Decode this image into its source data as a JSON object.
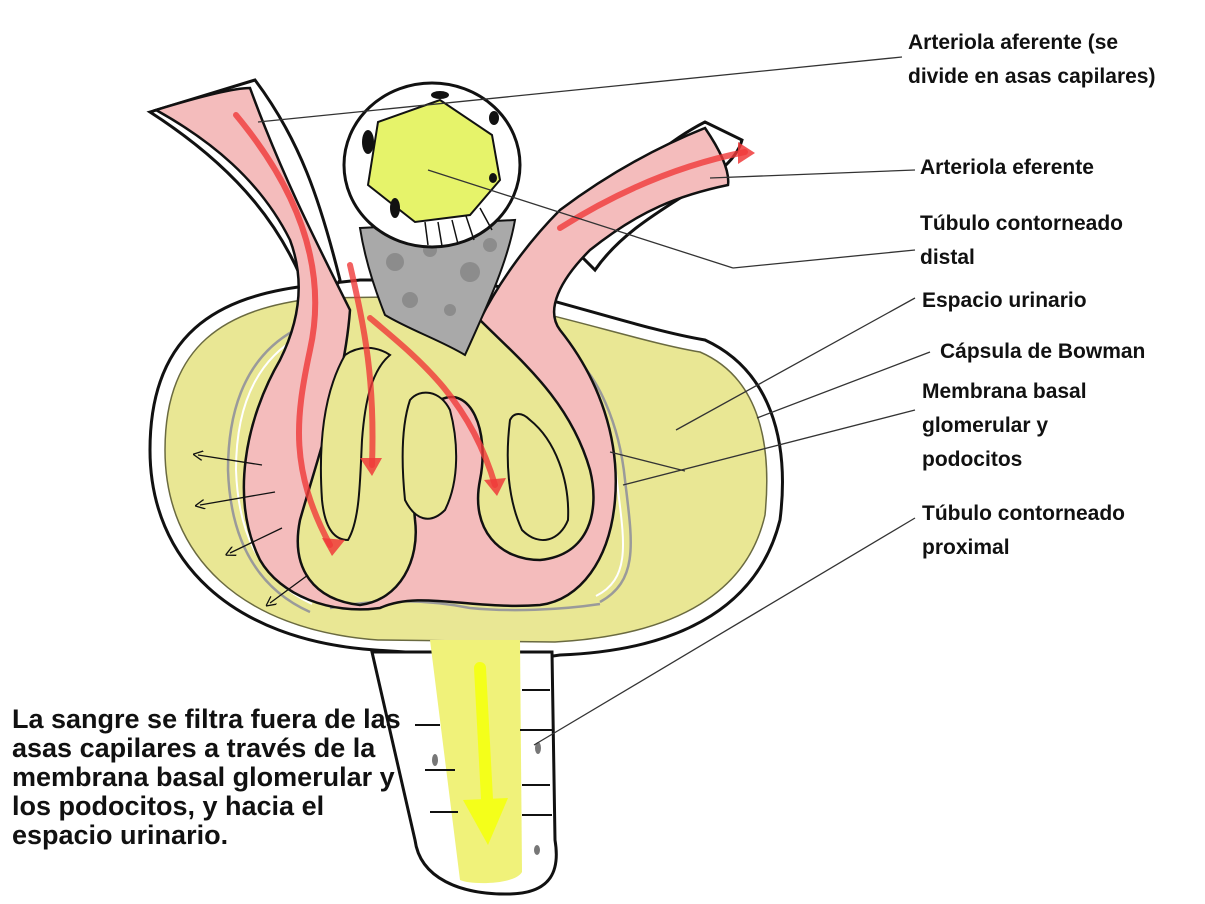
{
  "labels": {
    "afferent": [
      "Arteriola aferente (se",
      "divide en asas capilares)"
    ],
    "efferent": [
      "Arteriola eferente"
    ],
    "distal": [
      "Túbulo contorneado",
      "distal"
    ],
    "urinary_space": [
      "Espacio urinario"
    ],
    "bowman": [
      "Cápsula de Bowman"
    ],
    "membrane": [
      "Membrana basal",
      "glomerular y",
      "podocitos"
    ],
    "proximal": [
      "Túbulo contorneado",
      "proximal"
    ]
  },
  "caption": "La sangre se filtra fuera de las asas capilares a través de la membrana basal glomerular y los podocitos, y hacia el espacio urinario.",
  "colors": {
    "capsule_fill": "#e9e794",
    "urinary_yellow": "#f0f27a",
    "capillary_pink": "#f4bcbc",
    "blood_arrow": "#f03a3a",
    "macula_yellow": "#e6f36a",
    "mesangium_gray": "#a9a9a9",
    "outline": "#111111",
    "flow_arrow_yellow": "#f4ff1a"
  }
}
